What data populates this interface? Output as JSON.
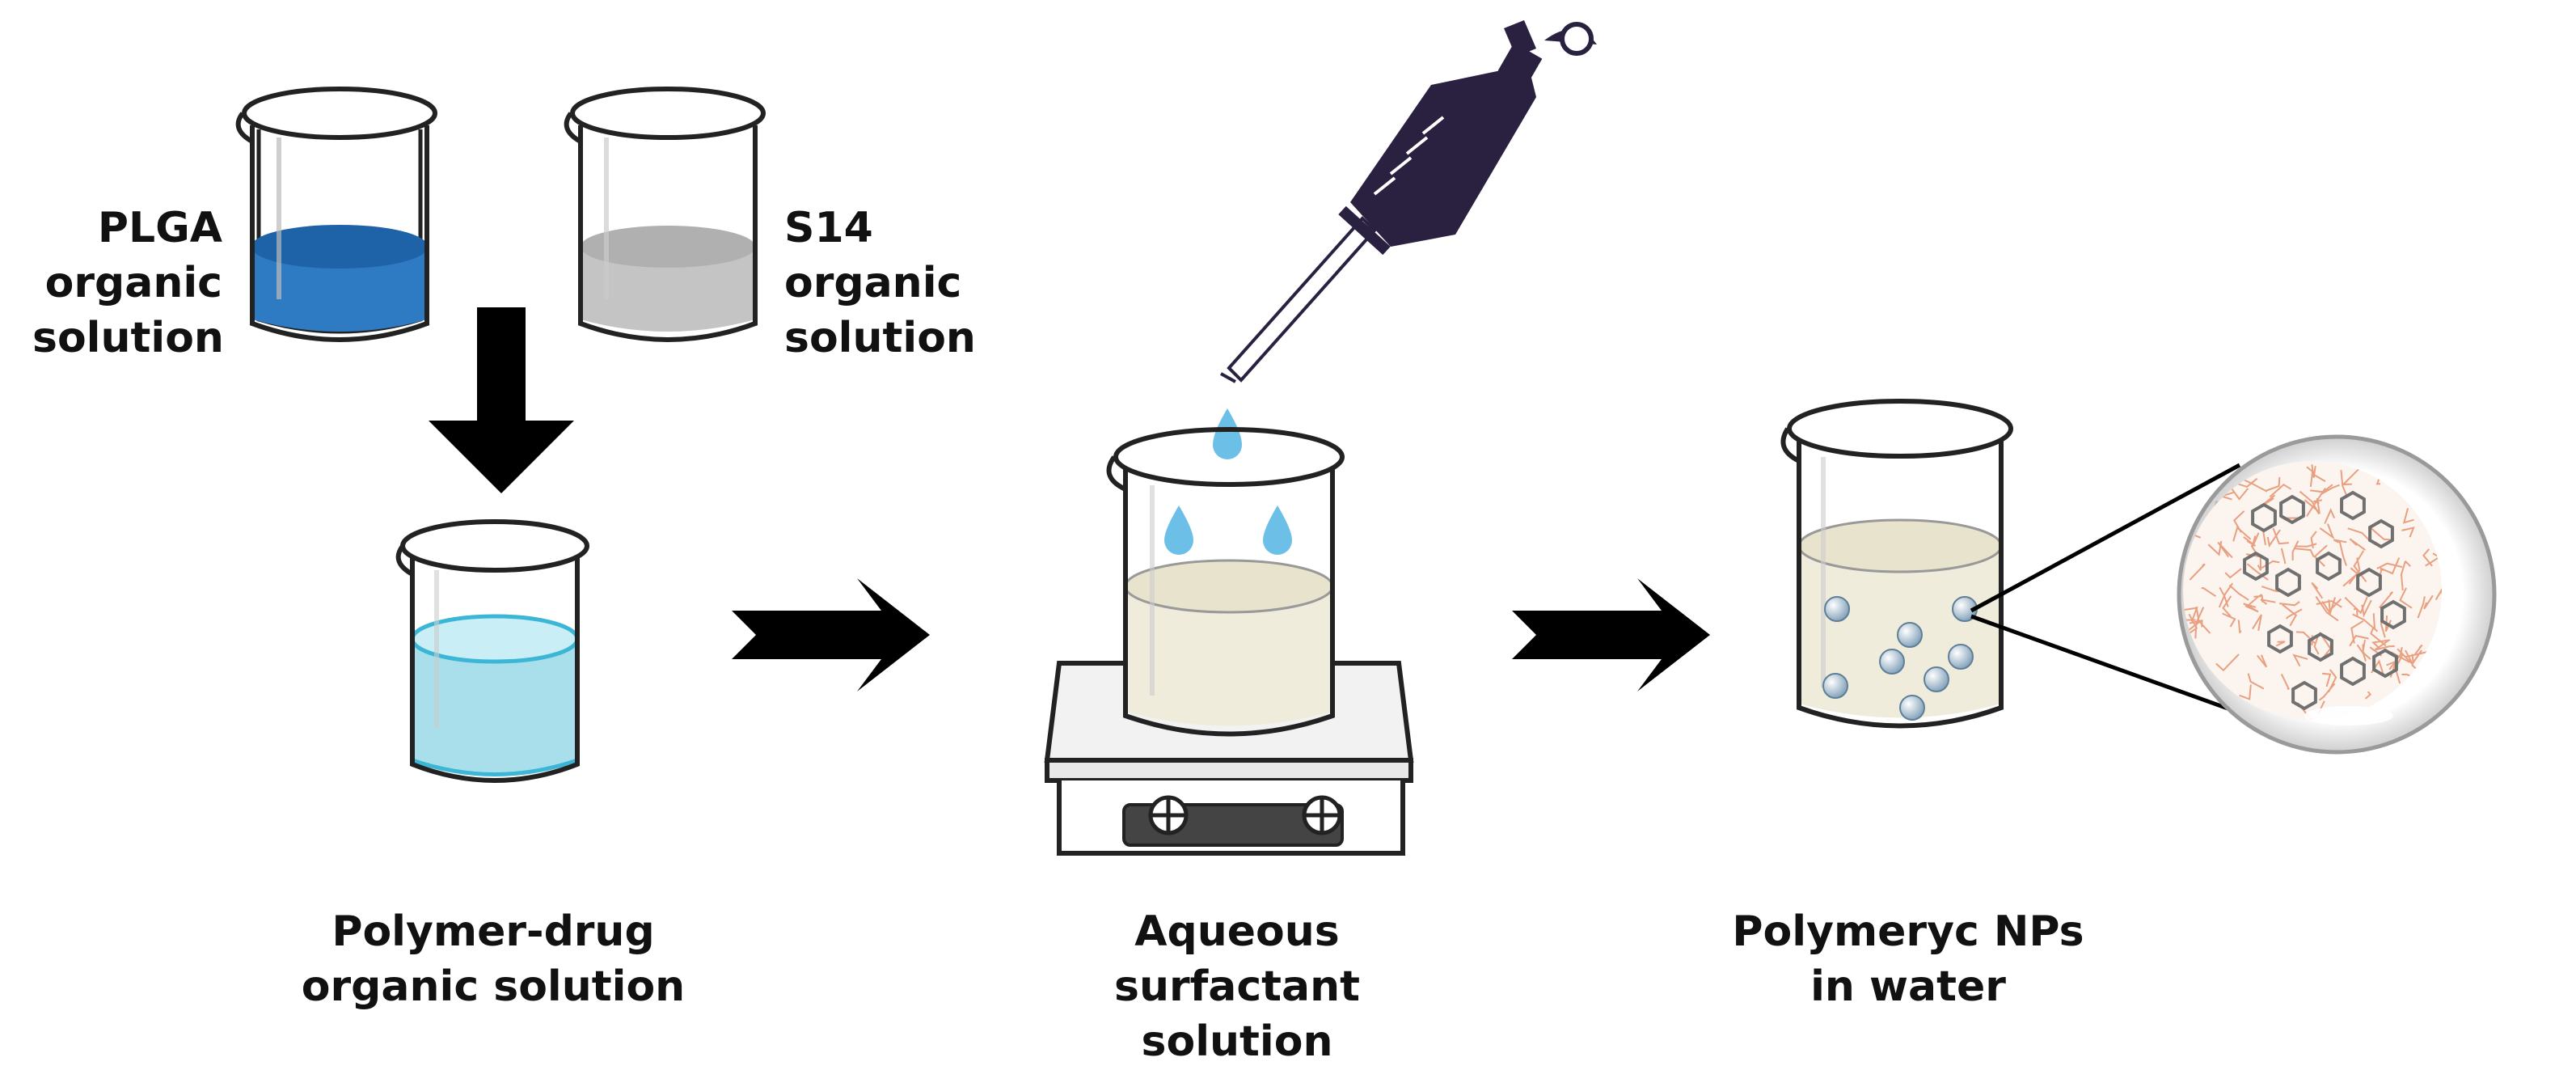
{
  "labels": {
    "plga": [
      "PLGA",
      "organic",
      "solution"
    ],
    "s14": [
      "S14",
      "organic",
      "solution"
    ],
    "polymer_drug": [
      "Polymer-drug",
      "organic solution"
    ],
    "aqueous": [
      "Aqueous",
      "surfactant",
      "solution"
    ],
    "nps": [
      "Polymeryc NPs",
      "in water"
    ]
  },
  "colors": {
    "plga_liquid": "#2e7bc4",
    "s14_liquid": "#c4c4c4",
    "mixture_liquid": "#a9dfea",
    "mixture_outline": "#3bb6d6",
    "surfactant_liquid": "#f0ecdc",
    "pipette": "#2a2040",
    "droplet": "#6cc0e8",
    "nanoparticle": "#a6c3d8",
    "arrow": "#000000",
    "network": "#e8a080",
    "molecule": "#707070"
  },
  "icons": [
    "beaker-icon",
    "pipette-icon",
    "hotplate-stirrer-icon",
    "droplet-icon",
    "arrow-icon",
    "nanoparticle-icon",
    "magnifier-icon"
  ]
}
